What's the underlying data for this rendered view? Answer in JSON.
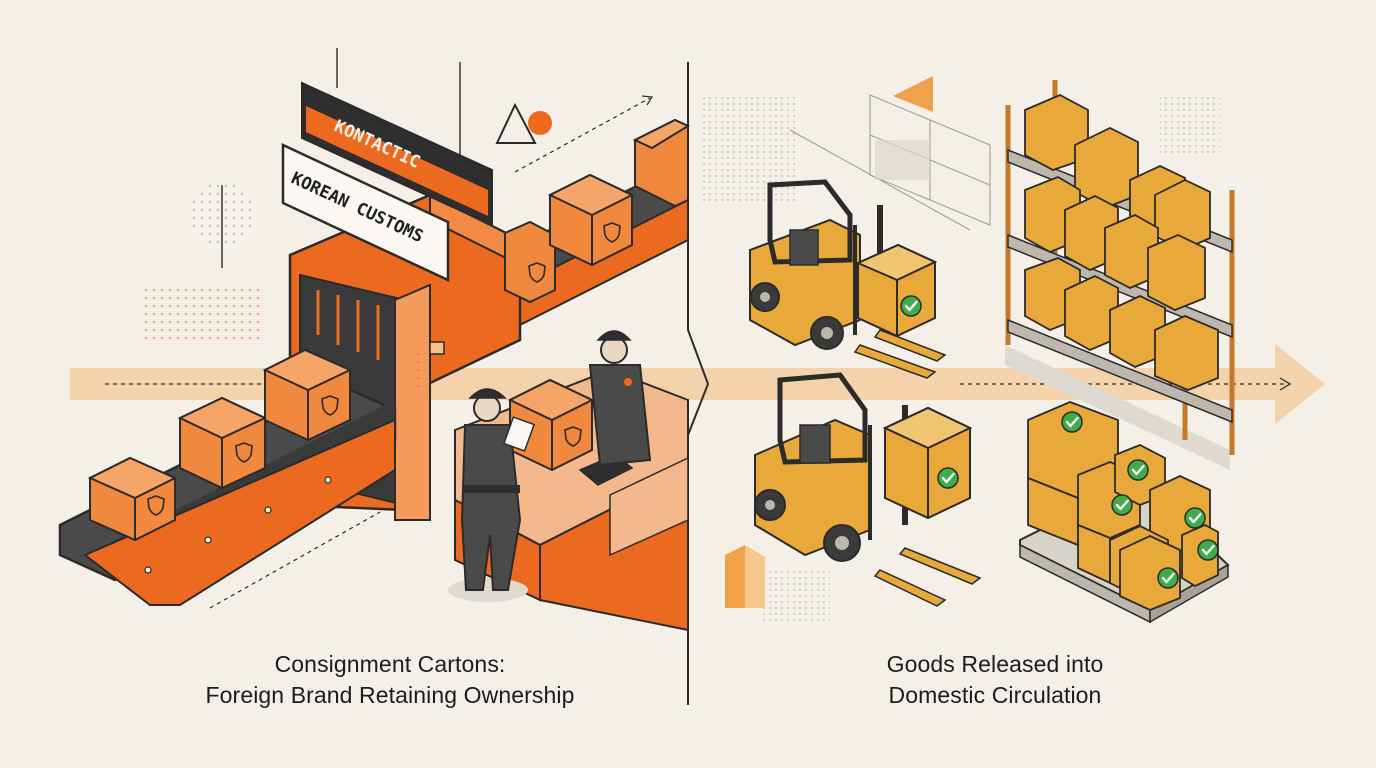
{
  "signs": {
    "brand": "KONTACTIC",
    "customs": "KOREAN CUSTOMS"
  },
  "captions": {
    "left_line1": "Consignment Cartons:",
    "left_line2": "Foreign Brand Retaining Ownership",
    "right_line1": "Goods Released into",
    "right_line2": "Domestic Circulation"
  },
  "colors": {
    "background": "#f4f0e8",
    "orange": "#ec6a1f",
    "carton_orange": "#f0883e",
    "carton_yellow": "#e8a83a",
    "flow_arrow": "#f4cc9c",
    "check_green": "#3fae49",
    "outline": "#2b2b2b"
  }
}
